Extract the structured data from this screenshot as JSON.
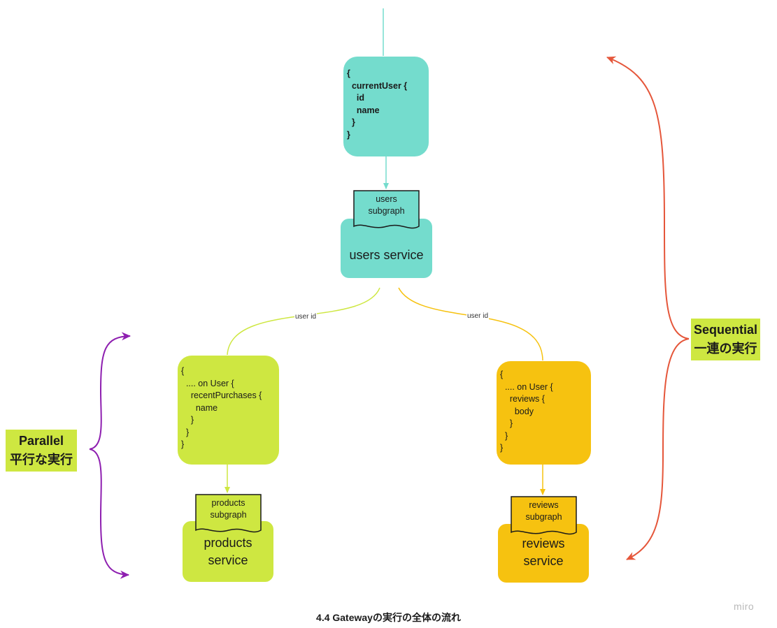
{
  "colors": {
    "teal": "#74dccd",
    "lime": "#cee741",
    "amber": "#f6c210",
    "purple": "#8e1fb0",
    "orange_red": "#e5563a"
  },
  "queries": {
    "users": [
      "{",
      "  currentUser {",
      "    id",
      "    name",
      "  }",
      "}"
    ],
    "products": [
      "{",
      "  .... on User {",
      "    recentPurchases {",
      "      name",
      "    }",
      "  }",
      "}"
    ],
    "reviews": [
      "{",
      "  .... on User {",
      "    reviews {",
      "      body",
      "    }",
      "  }",
      "}"
    ]
  },
  "subgraphs": {
    "users": "users\nsubgraph",
    "products": "products\nsubgraph",
    "reviews": "reviews\nsubgraph"
  },
  "services": {
    "users": "users service",
    "products": "products\nservice",
    "reviews": "reviews\nservice"
  },
  "edge_labels": {
    "left": "user id",
    "right": "user id"
  },
  "annotations": {
    "parallel": "Parallel\n平行な実行",
    "sequential": "Sequential\n一連の実行"
  },
  "caption": "4.4 Gatewayの実行の全体の流れ",
  "watermark": "miro"
}
